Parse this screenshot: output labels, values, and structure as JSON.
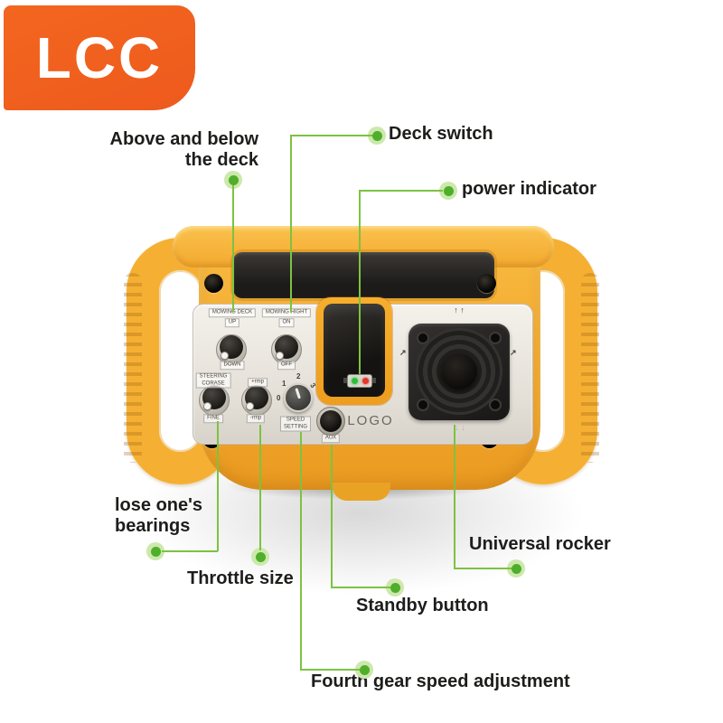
{
  "brand": {
    "name": "LCC",
    "color": "#EE5A1E"
  },
  "colors": {
    "accent_green_line": "#7DC242",
    "dot_green": "#4FAE2B",
    "dot_halo": "#CDE8AC",
    "device_yellow": "#F5B033",
    "panel_silver": "#E9E5DD",
    "led_green": "#2FBF3A",
    "led_red": "#E2392E"
  },
  "callouts": {
    "deck_updown": {
      "label": "Above and below\nthe deck"
    },
    "deck_switch": {
      "label": "Deck switch"
    },
    "power_indicator": {
      "label": "power indicator"
    },
    "lose_bearings": {
      "label": "lose one's\nbearings"
    },
    "throttle": {
      "label": "Throttle size"
    },
    "universal_rocker": {
      "label": "Universal rocker"
    },
    "standby": {
      "label": "Standby button"
    },
    "fourth_gear": {
      "label": "Fourth gear speed adjustment"
    }
  },
  "device": {
    "panel_labels": {
      "mowing_deck": "MOWING DECK",
      "up": "UP",
      "down": "DOWN",
      "mowing_hight": "MOWING HIGHT",
      "on": "ON",
      "off": "OFF",
      "steering": "STEERING\nCORASE",
      "fine": "FINE",
      "rmp_plus": "+rmp",
      "rmp_minus": "-rmp",
      "speed_setting": "SPEED\nSETTING",
      "aux": "AUX",
      "logo_plate": "LOGO"
    },
    "speed_knob_positions": [
      "0",
      "1",
      "2",
      "3"
    ],
    "joystick": {
      "top_arrows": "↑ ↑",
      "left_arrow": "↗",
      "right_arrow": "↗",
      "bottom_arrows": "↓ ↓"
    }
  }
}
